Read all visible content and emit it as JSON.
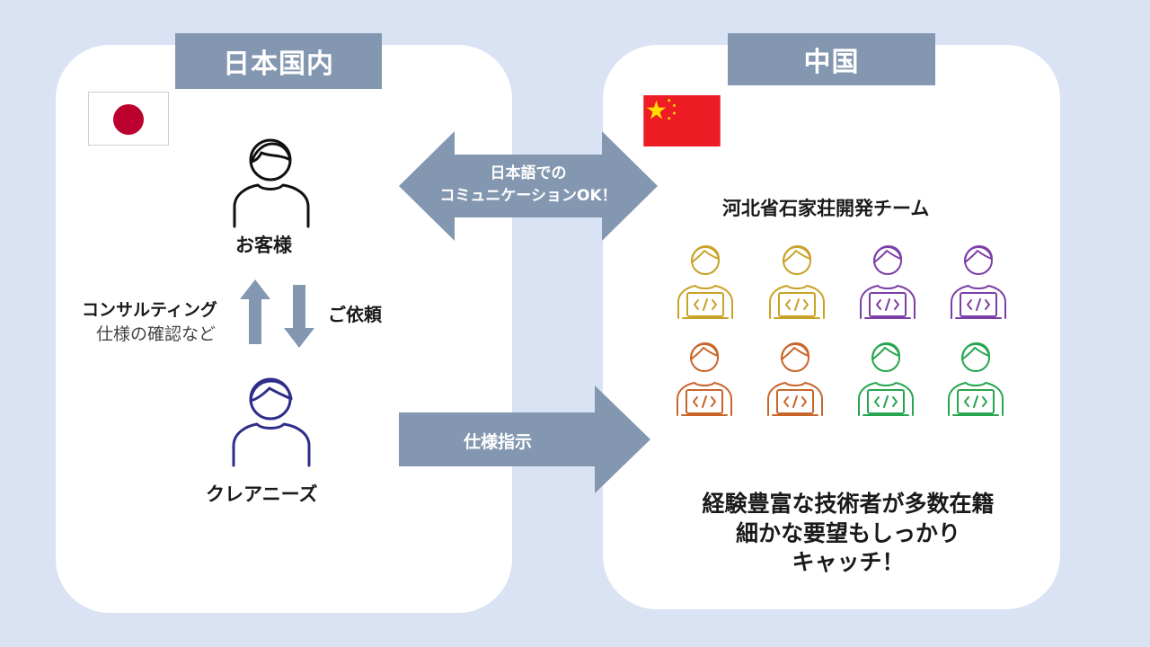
{
  "left": {
    "header": "日本国内",
    "customer_label": "お客様",
    "consulting_label": "コンサルティング",
    "consulting_sub": "仕様の確認など",
    "request_label": "ご依頼",
    "company_label": "クレアニーズ"
  },
  "right": {
    "header": "中国",
    "team_label": "河北省石家荘開発チーム",
    "tagline_line1": "経験豊富な技術者が多数在籍",
    "tagline_line2": "細かな要望もしっかり",
    "tagline_line3": "キャッチ！"
  },
  "arrows": {
    "comm_line1": "日本語での",
    "comm_line2": "コミュニケーションOK！",
    "spec_label": "仕様指示"
  },
  "developers": [
    {
      "color": "#c9a227"
    },
    {
      "color": "#c9a227"
    },
    {
      "color": "#7b3fa8"
    },
    {
      "color": "#7b3fa8"
    },
    {
      "color": "#c8652a"
    },
    {
      "color": "#c8652a"
    },
    {
      "color": "#27a54f"
    },
    {
      "color": "#27a54f"
    }
  ],
  "colors": {
    "background": "#dae3f3",
    "header": "#8497b0",
    "arrow": "#8497b0",
    "japan_red": "#bc002d",
    "china_red": "#ee1c25",
    "china_yellow": "#ffde00",
    "customer_icon": "#111111",
    "company_icon": "#2e2e8a"
  }
}
